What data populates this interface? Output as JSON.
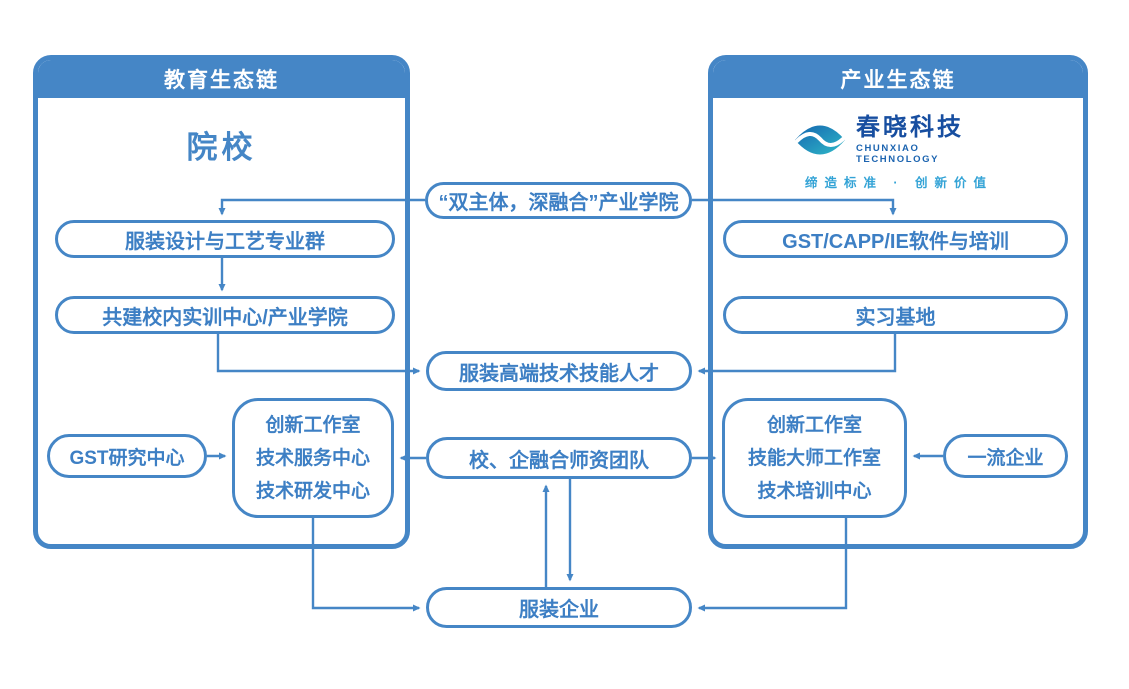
{
  "diagram": {
    "left_panel": {
      "title": "教育生态链",
      "heading": "院校",
      "major_group": "服装设计与工艺专业群",
      "training_center": "共建校内实训中心/产业学院",
      "gst_center": "GST研究中心",
      "studio_lines": [
        "创新工作室",
        "技术服务中心",
        "技术研发中心"
      ]
    },
    "right_panel": {
      "title": "产业生态链",
      "logo": {
        "name": "春晓科技",
        "name_en": "CHUNXIAO TECHNOLOGY",
        "tagline": "缔造标准 · 创新价值"
      },
      "software_training": "GST/CAPP/IE软件与培训",
      "internship_base": "实习基地",
      "studio_lines": [
        "创新工作室",
        "技能大师工作室",
        "技术培训中心"
      ],
      "top_enterprise": "一流企业"
    },
    "middle": {
      "industry_college": "“双主体，深融合”产业学院",
      "talent": "服装高端技术技能人才",
      "teacher_team": "校、企融合师资团队",
      "garment_enterprise": "服装企业"
    },
    "colors": {
      "primary_blue": "#4586C6",
      "logo_navy": "#174EA0",
      "logo_teal": "#33A3D6",
      "logo_gradient_start": "#1565B0",
      "logo_gradient_end": "#2FBAC8"
    }
  }
}
